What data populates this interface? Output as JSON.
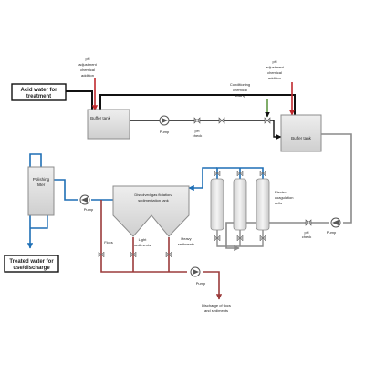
{
  "labels": {
    "acid_water_line1": "Acid water for",
    "acid_water_line2": "treatment",
    "ph_adj_left_1": "pH",
    "ph_adj_left_2": "adjustment",
    "ph_adj_left_3": "chemical",
    "ph_adj_left_4": "addition",
    "ph_adj_right_1": "pH",
    "ph_adj_right_2": "adjustment",
    "ph_adj_right_3": "chemical",
    "ph_adj_right_4": "addition",
    "conditioning_1": "Conditioning",
    "conditioning_2": "chemical",
    "conditioning_3": "dosing",
    "buffer_tank_1": "Buffer tank",
    "buffer_tank_2": "Buffer tank",
    "pump_top": "Pump",
    "ph_check_top_1": "pH",
    "ph_check_top_2": "check",
    "ph_check_bottom_1": "pH",
    "ph_check_bottom_2": "check",
    "pump_right": "Pump",
    "polishing_1": "Polishing",
    "polishing_2": "filter",
    "pump_left": "Pump",
    "dissolved_1": "Dissolved gas flotation/",
    "dissolved_2": "sedimentation tank",
    "electro_1": "Electro-",
    "electro_2": "coagulation",
    "electro_3": "cells",
    "flocs": "Flocs",
    "light_1": "Light",
    "light_2": "sediments",
    "heavy_1": "Heavy",
    "heavy_2": "sediments",
    "pump_bottom": "Pump",
    "discharge_1": "Discharge of flocs",
    "discharge_2": "and sediments",
    "treated_1": "Treated water for",
    "treated_2": "use/discharge"
  },
  "colors": {
    "water_line": "#111111",
    "treated_line": "#1f6fb5",
    "chemical_line": "#c0282d",
    "conditioning_line": "#4a8a2a",
    "grey_line": "#8a8a8a",
    "sludge_line": "#9b3b3b",
    "tank_fill": "#d9d9d9",
    "tank_stroke": "#8c8c8c"
  }
}
